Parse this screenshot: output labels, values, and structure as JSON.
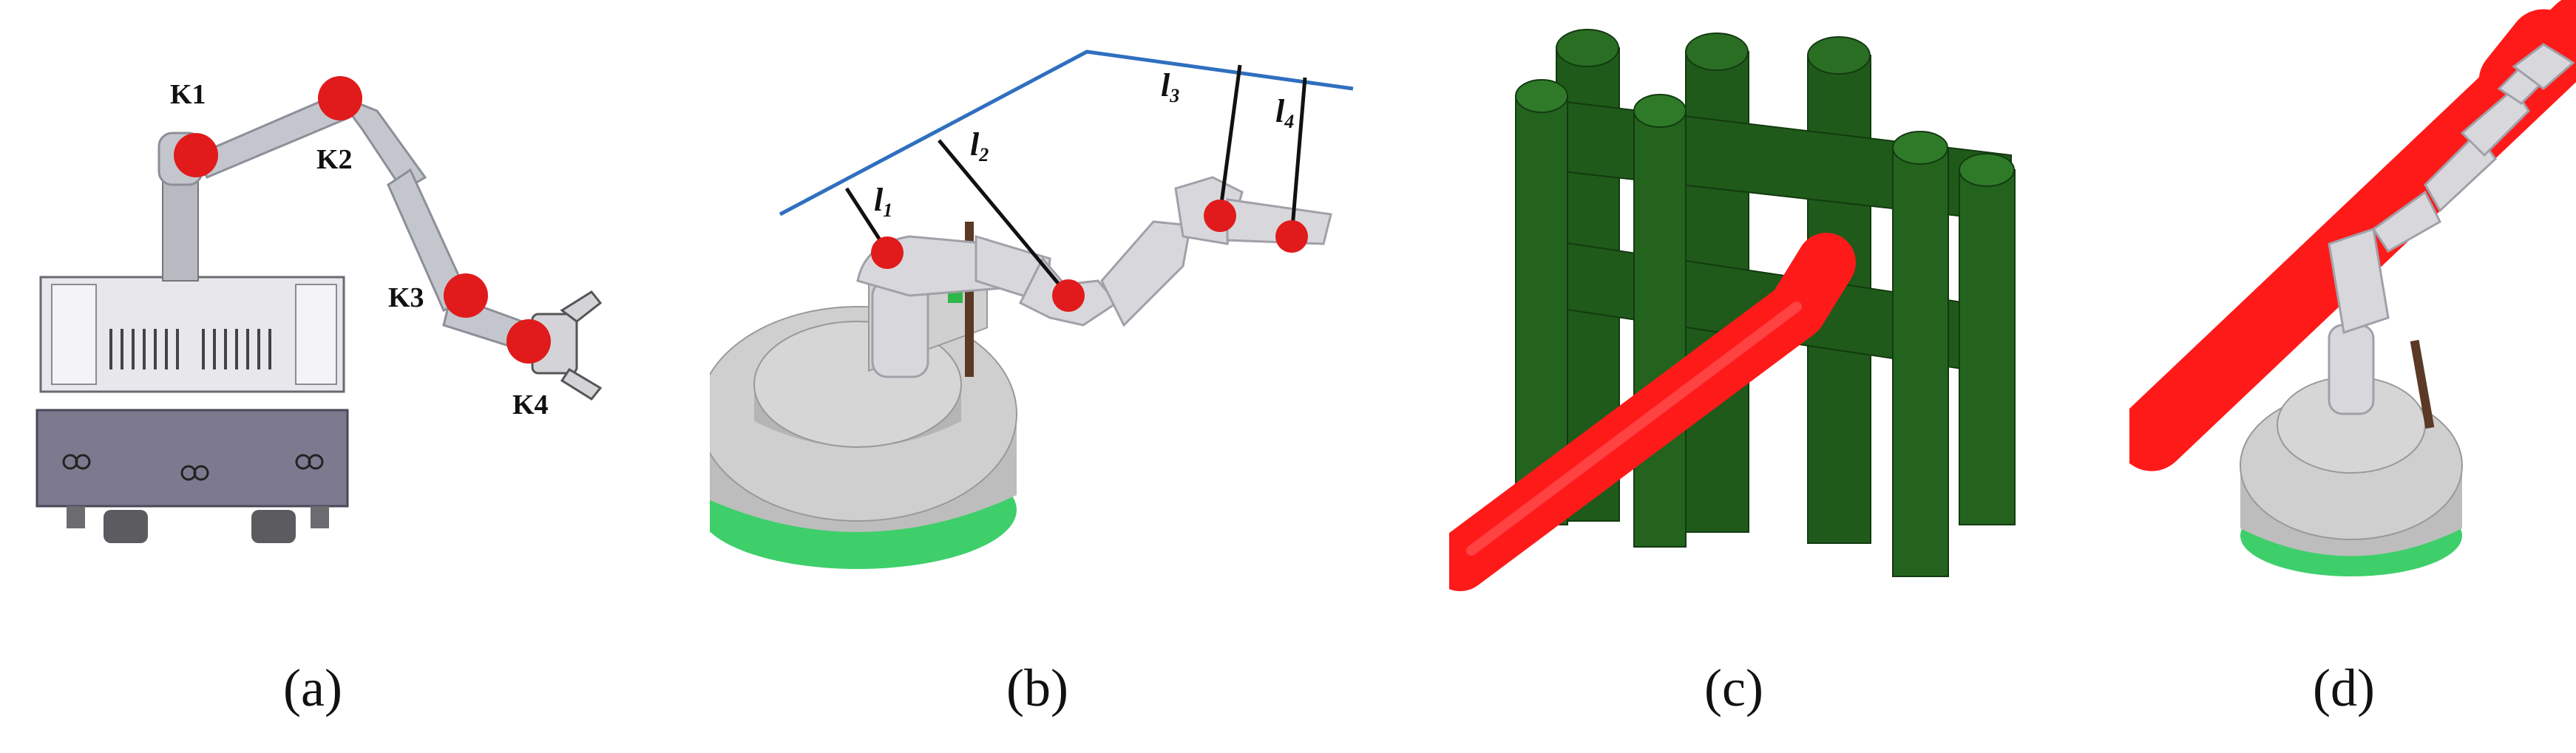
{
  "panels": [
    {
      "id": "a",
      "caption": "(a)",
      "joints": [
        "K1",
        "K2",
        "K3",
        "K4"
      ]
    },
    {
      "id": "b",
      "caption": "(b)",
      "links": [
        "l",
        "l",
        "l",
        "l"
      ],
      "link_subs": [
        "1",
        "2",
        "3",
        "4"
      ]
    },
    {
      "id": "c",
      "caption": "(c)"
    },
    {
      "id": "d",
      "caption": "(d)"
    }
  ],
  "colors": {
    "joint": "#e11b1b",
    "arm": "#c9cbd0",
    "line": "#2f6fbf",
    "obstacle": "#1f5a1a",
    "path": "#ff1a1a",
    "base": "#c4c4c4",
    "base_ring": "#3ecf6a"
  }
}
